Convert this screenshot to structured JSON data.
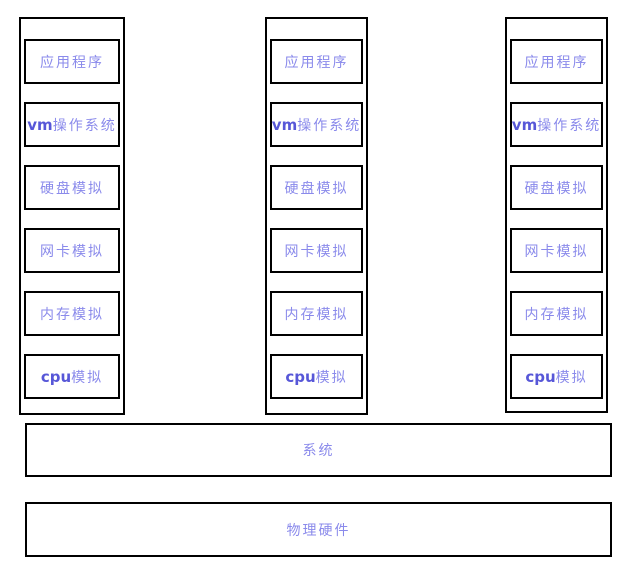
{
  "diagram": {
    "title_hint": "virtualization-stack-diagram",
    "colors": {
      "cjk_text": "#8a8aeb",
      "latin_text": "#5757d8",
      "border": "#000000",
      "background": "#ffffff"
    },
    "columns": [
      {
        "boxes": [
          {
            "latin": "",
            "cjk": "应用程序"
          },
          {
            "latin": "vm",
            "cjk": "操作系统"
          },
          {
            "latin": "",
            "cjk": "硬盘模拟"
          },
          {
            "latin": "",
            "cjk": "网卡模拟"
          },
          {
            "latin": "",
            "cjk": "内存模拟"
          },
          {
            "latin": "cpu",
            "cjk": "模拟"
          }
        ]
      },
      {
        "boxes": [
          {
            "latin": "",
            "cjk": "应用程序"
          },
          {
            "latin": "vm",
            "cjk": "操作系统"
          },
          {
            "latin": "",
            "cjk": "硬盘模拟"
          },
          {
            "latin": "",
            "cjk": "网卡模拟"
          },
          {
            "latin": "",
            "cjk": "内存模拟"
          },
          {
            "latin": "cpu",
            "cjk": "模拟"
          }
        ]
      },
      {
        "boxes": [
          {
            "latin": "",
            "cjk": "应用程序"
          },
          {
            "latin": "vm",
            "cjk": "操作系统"
          },
          {
            "latin": "",
            "cjk": "硬盘模拟"
          },
          {
            "latin": "",
            "cjk": "网卡模拟"
          },
          {
            "latin": "",
            "cjk": "内存模拟"
          },
          {
            "latin": "cpu",
            "cjk": "模拟"
          }
        ]
      }
    ],
    "bars": [
      {
        "label": "系统"
      },
      {
        "label": "物理硬件"
      }
    ]
  }
}
